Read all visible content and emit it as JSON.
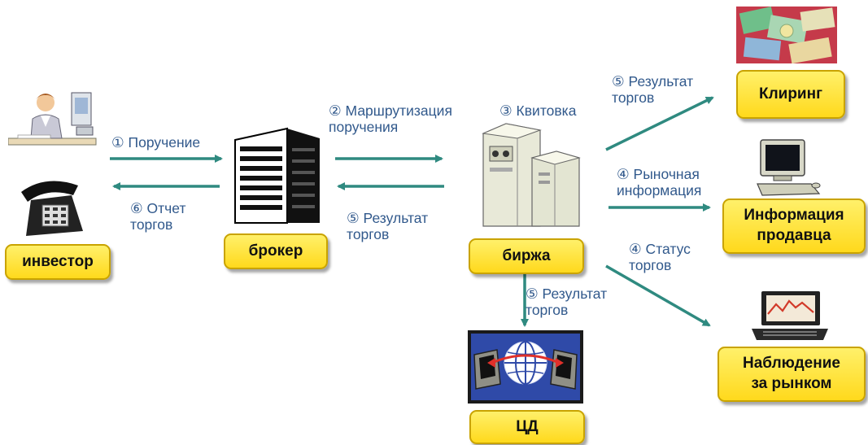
{
  "nodes": {
    "investor": "инвестор",
    "broker": "брокер",
    "exchange": "биржа",
    "clearing": "Клиринг",
    "seller_info": "Информация\nпродавца",
    "market_watch": "Наблюдение\nза рынком",
    "cd": "ЦД"
  },
  "flows": {
    "order": "① Поручение",
    "report": "⑥ Отчет\nторгов",
    "routing": "② Маршрутизация\nпоручения",
    "matching": "③ Квитовка",
    "result_broker": "⑤ Результат\nторгов",
    "result_clearing": "⑤ Результат\nторгов",
    "market_info": "④ Рыночная\nинформация",
    "status": "④ Статус\nторгов",
    "result_cd": "⑤ Результат\nторгов"
  },
  "icons": [
    "investor-at-computer-icon",
    "telephone-icon",
    "office-building-icon",
    "exchange-server-icon",
    "money-icon",
    "computer-icon",
    "laptop-chart-icon",
    "network-globe-icon"
  ],
  "colors": {
    "box_fill": "#ffe63a",
    "arrow": "#2f8a80",
    "label_text": "#31598c"
  }
}
